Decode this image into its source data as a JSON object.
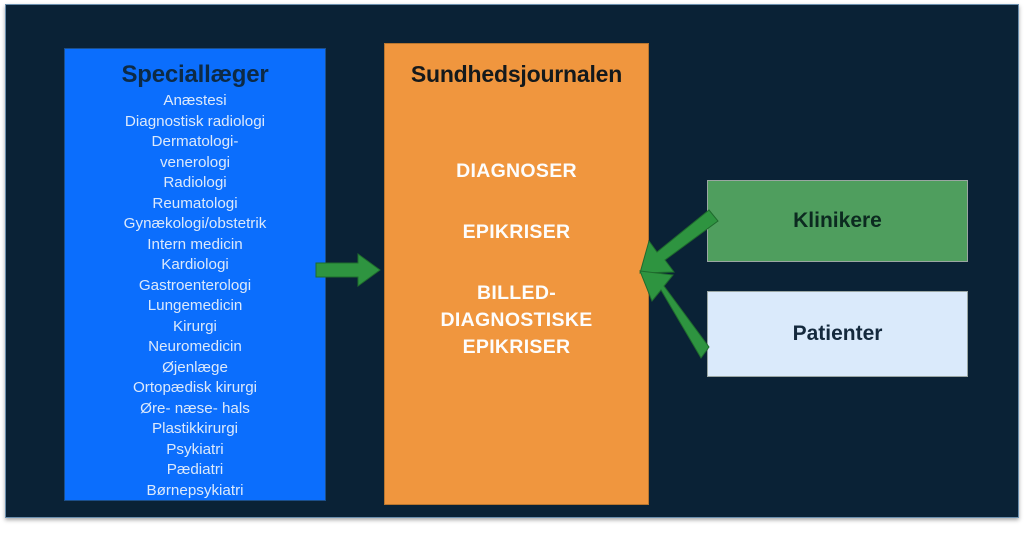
{
  "diagram": {
    "background_color": "#0a2236",
    "specialists": {
      "title": "Speciallæger",
      "box_color": "#0b6efd",
      "items": [
        "Anæstesi",
        "Diagnostisk radiologi",
        "Dermatologi-",
        "venerologi",
        "Radiologi",
        "Reumatologi",
        "Gynækologi/obstetrik",
        "Intern medicin",
        "Kardiologi",
        "Gastroenterologi",
        "Lungemedicin",
        "Kirurgi",
        "Neuromedicin",
        "Øjenlæge",
        "Ortopædisk kirurgi",
        "Øre- næse- hals",
        "Plastikkirurgi",
        "Psykiatri",
        "Pædiatri",
        "Børnepsykiatri"
      ]
    },
    "journal": {
      "title": "Sundhedsjournalen",
      "box_color": "#f0963e",
      "items": [
        "DIAGNOSER",
        "EPIKRISER",
        "BILLED-\nDIAGNOSTISKE\nEPIKRISER"
      ],
      "item_1": "DIAGNOSER",
      "item_2": "EPIKRISER",
      "item_3_line_1": "BILLED-",
      "item_3_line_2": "DIAGNOSTISKE",
      "item_3_line_3": "EPIKRISER"
    },
    "clinicians": {
      "label": "Klinikere",
      "box_color": "#4f9e5e"
    },
    "patients": {
      "label": "Patienter",
      "box_color": "#daeafb"
    },
    "arrows": {
      "color": "#2e9440",
      "flow_specialists_to_journal": "Speciallæger → Sundhedsjournalen",
      "flow_clinicians_to_journal": "Klinikere → Sundhedsjournalen",
      "flow_patients_to_journal": "Patienter → Sundhedsjournalen"
    }
  }
}
